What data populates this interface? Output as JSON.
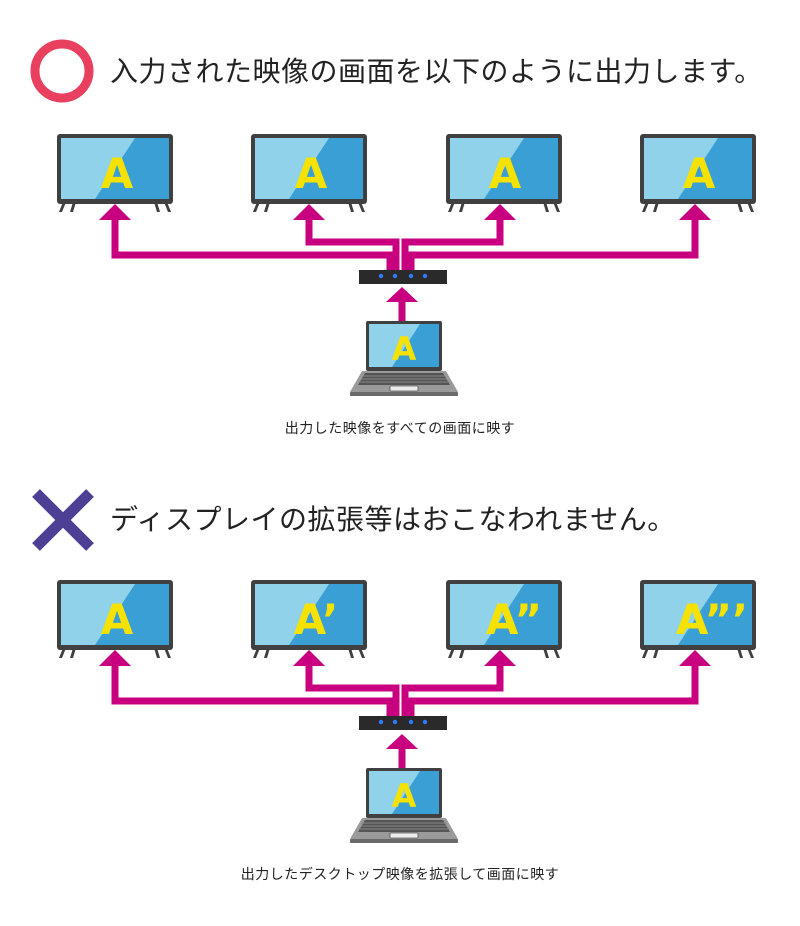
{
  "top": {
    "heading": "入力された映像の画面を以下のように出力します。",
    "caption": "出力した映像をすべての画面に映す",
    "mark_icon": "circle-icon",
    "mark_color": "#e8405e",
    "laptop_label": "A",
    "monitors": [
      {
        "label": "A"
      },
      {
        "label": "A"
      },
      {
        "label": "A"
      },
      {
        "label": "A"
      }
    ]
  },
  "bottom": {
    "heading": "ディスプレイの拡張等はおこなわれません。",
    "caption": "出力したデスクトップ映像を拡張して画面に映す",
    "mark_icon": "cross-icon",
    "mark_color": "#4d3f94",
    "laptop_label": "A",
    "monitors": [
      {
        "label": "A"
      },
      {
        "label": "A’"
      },
      {
        "label": "A”"
      },
      {
        "label": "A”’"
      }
    ]
  },
  "colors": {
    "arrow": "#c8007f",
    "screen_light": "#8fd2ea",
    "screen_dark": "#3a9fd4",
    "bezel": "#404040",
    "label": "#f6e200",
    "splitter": "#2a2a2a",
    "led": "#2f7cff"
  }
}
